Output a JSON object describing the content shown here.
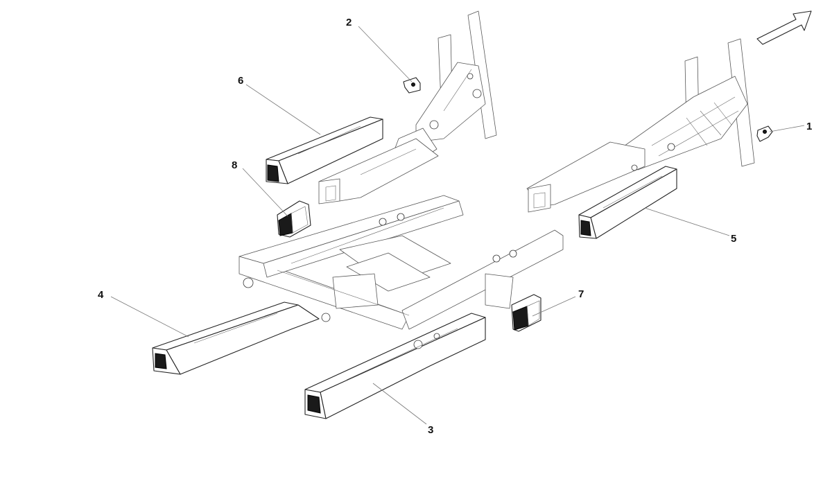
{
  "callouts": [
    {
      "id": "1",
      "label": "1"
    },
    {
      "id": "2",
      "label": "2"
    },
    {
      "id": "3",
      "label": "3"
    },
    {
      "id": "4",
      "label": "4"
    },
    {
      "id": "5",
      "label": "5"
    },
    {
      "id": "6",
      "label": "6"
    },
    {
      "id": "7",
      "label": "7"
    },
    {
      "id": "8",
      "label": "8"
    }
  ],
  "colors": {
    "line": "#222222",
    "background": "#ffffff"
  },
  "icons": {
    "direction": "direction-arrow-icon"
  }
}
